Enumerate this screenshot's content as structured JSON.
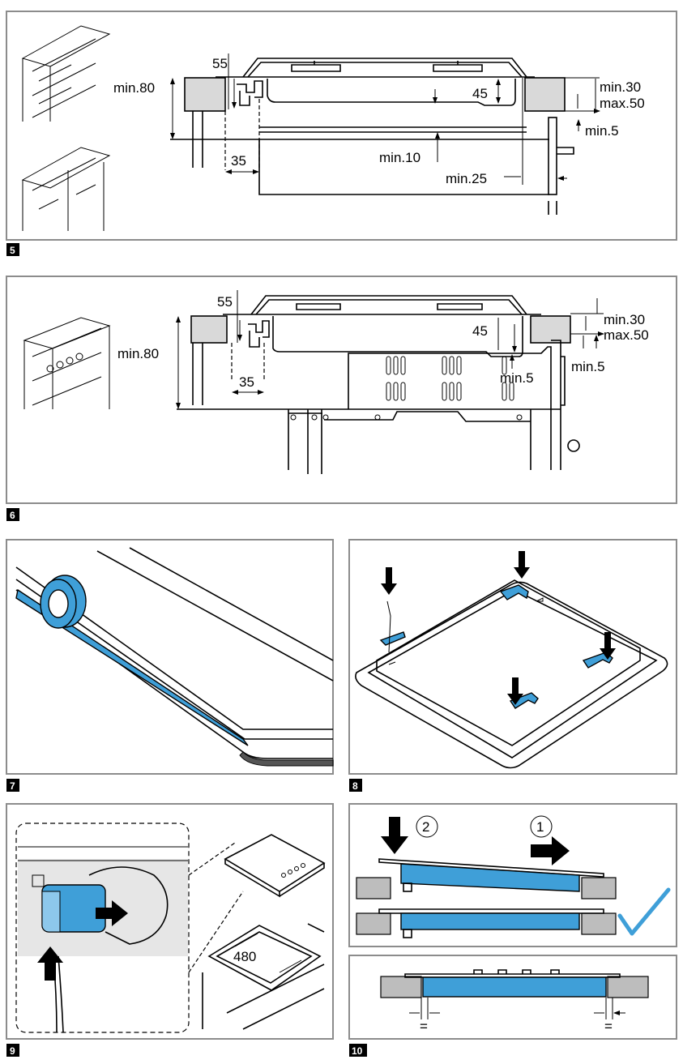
{
  "colors": {
    "accent_blue": "#3f9fd8",
    "frame": "#8c8c8c",
    "cabinet_gray": "#d9d9d9"
  },
  "figures": {
    "fig5": {
      "number": "5",
      "labels": {
        "min80": "min.80",
        "d55": "55",
        "d35": "35",
        "min10": "min.10",
        "d45": "45",
        "min30": "min.30",
        "max50": "max.50",
        "min5": "min.5",
        "min25": "min.25"
      }
    },
    "fig6": {
      "number": "6",
      "labels": {
        "min80": "min.80",
        "d55": "55",
        "d35": "35",
        "d45": "45",
        "min30": "min.30",
        "max50": "max.50",
        "min5_oven": "min.5",
        "min5_side": "min.5"
      }
    },
    "fig7": {
      "number": "7"
    },
    "fig8": {
      "number": "8"
    },
    "fig9": {
      "number": "9",
      "labels": {
        "d480": "480"
      }
    },
    "fig10": {
      "number": "10",
      "labels": {
        "step1": "1",
        "step2": "2",
        "equal_left": "=",
        "equal_right": "="
      },
      "check_icon": "checkmark-icon"
    }
  }
}
